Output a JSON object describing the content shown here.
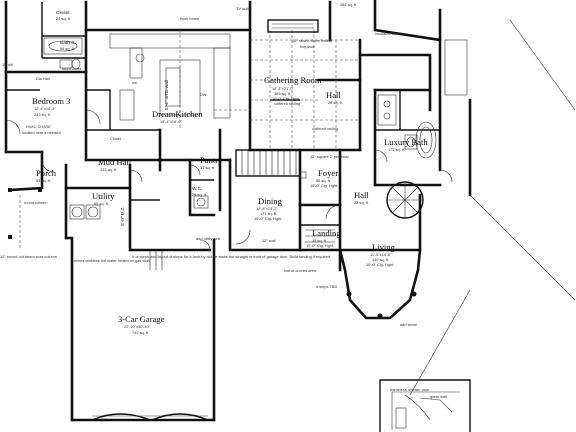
{
  "rooms": {
    "closet_top": {
      "name": "Closet",
      "size": "24 sq. ft."
    },
    "bath3": {
      "name": "Bath 3",
      "size": "58 sq. ft."
    },
    "bedroom3": {
      "name": "Bedroom 3",
      "dims": "12'-4\"x14'-2\"",
      "size": "243 sq. ft."
    },
    "hvac": {
      "line1": "HVAC CHASE",
      "line2": "located here if needed"
    },
    "closet_left": {
      "name": "Closet"
    },
    "dream_kitchen": {
      "name": "DreamKitchen",
      "dims": "18'-4\"x18'-0\""
    },
    "gathering_room": {
      "name": "Gathering Room",
      "dims": "18'-4\"x21'-0\"",
      "size": "385 sq. ft.",
      "ceiling1": "10'-0\" Clg. Hght.",
      "ceiling2": "coffered ceiling"
    },
    "hall_upper": {
      "name": "Hall",
      "size": "28 sq. ft."
    },
    "luxury_bath": {
      "name": "Luxury Bath",
      "size": "172 sq. ft."
    },
    "porch": {
      "name": "Porch",
      "size": "93 sq. ft."
    },
    "mud_hall": {
      "name": "Mud Hall",
      "size": "133 sq. ft."
    },
    "pantry": {
      "name": "Pantry",
      "size": "31 sq. ft."
    },
    "utility": {
      "name": "Utility",
      "size": "65 sq. ft."
    },
    "foyer": {
      "name": "Foyer",
      "size": "65 sq. ft.",
      "ceiling": "10'-0\" Clg. Hght."
    },
    "hall_lower": {
      "name": "Hall",
      "size": "22 sq. ft."
    },
    "dining": {
      "name": "Dining",
      "dims": "12'-8\"x13'-2\"",
      "size": "171 sq. ft.",
      "ceiling": "10'-0\" Clg. Hght."
    },
    "landing": {
      "name": "Landing",
      "size": "35 sq. ft.",
      "ceiling": "10'-0\" Clg. Hght."
    },
    "living": {
      "name": "Living",
      "dims": "11'-5\"x14'-6\"",
      "size": "149 sq. ft.",
      "ceiling": "10'-0\" Clg. Hght."
    },
    "garage": {
      "name": "3-Car Garage",
      "dims": "22'-10\"x30'-10\"",
      "size": "749 sq. ft."
    },
    "top_room": {
      "size": "284 sq. ft."
    },
    "wc": {
      "name": "W.C.",
      "size": "26 sq. ft."
    }
  },
  "vertical_labels": {
    "std_wall": "5'-4\" STD wall",
    "stair_dim": "5'-0\" D.Z."
  },
  "annotations": {
    "insulated_wall": "insulated wall",
    "flush_beam": "flush beam",
    "tub_shower": "tub/shower",
    "laundry": "Dia Hall",
    "sill": "10' sill",
    "tv_outlet": "TV outlet",
    "standard_beam": "10\" raised stone hearth",
    "fireplace": "fireplace",
    "coffered": "coffered ceiling",
    "round_column": "round column",
    "square_column": "12\" square 2' pedestal",
    "wet_wall": "12\" wall",
    "garage_stairs": "# of steps and layout of steps for a Arch by not be stairs but straight in front of garage door. Build landing if required",
    "water_heater": "mines tankless hot water heater w/ gas stub",
    "utility_sink": "add utility sink",
    "boxed_beam": "10\" boxed out beam over column",
    "line_of_curved_area": "line of curved area",
    "steps_tbd": "# steps TBD",
    "add_stone": "add stone",
    "frameless_shower": "frameless shower door",
    "glass_wall": "glass wall",
    "dw": "DW",
    "ice": "ice"
  }
}
